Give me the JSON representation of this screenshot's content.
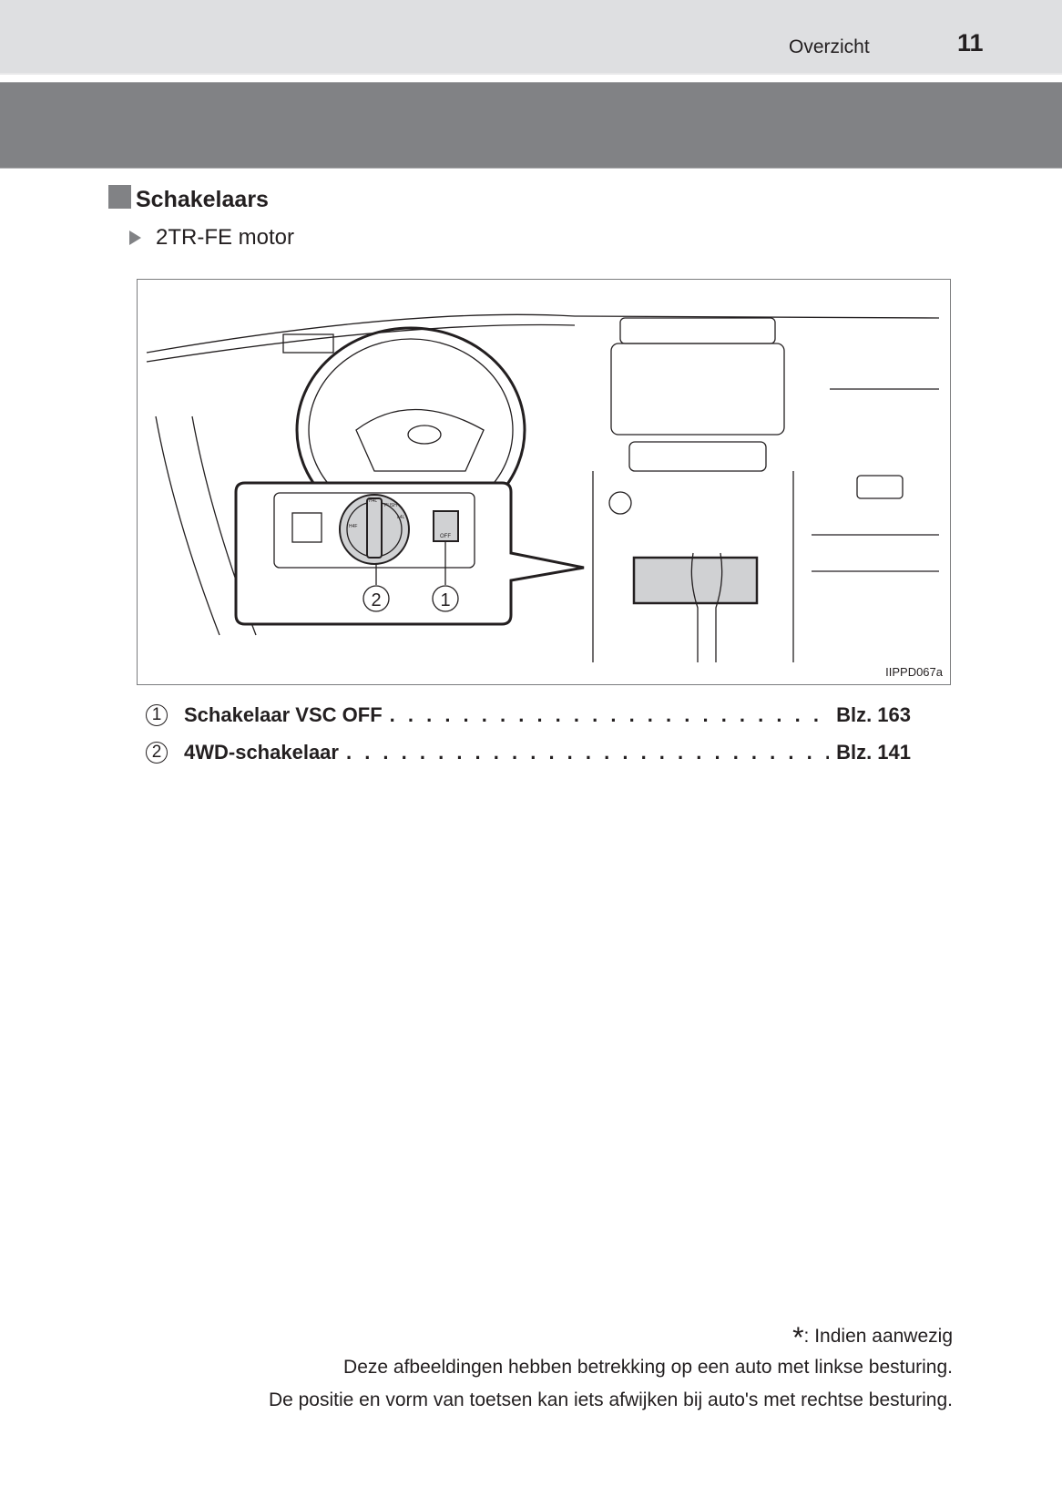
{
  "header": {
    "section": "Overzicht",
    "page_number": "11"
  },
  "heading": "Schakelaars",
  "subheading": "2TR-FE motor",
  "figure": {
    "code": "IIPPD067a",
    "callouts": [
      "2",
      "1"
    ],
    "dial_labels": [
      "H4F",
      "H4L",
      "PUSH",
      "L4L"
    ],
    "vsc_label": "OFF"
  },
  "items": [
    {
      "number": "1",
      "label": "Schakelaar VSC OFF",
      "page": "Blz. 163"
    },
    {
      "number": "2",
      "label": "4WD-schakelaar",
      "page": "Blz. 141"
    }
  ],
  "footer": {
    "asterisk": "*",
    "asterisk_note": ": Indien aanwezig",
    "line1": "Deze afbeeldingen hebben betrekking op een auto met linkse besturing.",
    "line2": "De positie en vorm van toetsen kan iets afwijken bij auto's met rechtse besturing."
  }
}
